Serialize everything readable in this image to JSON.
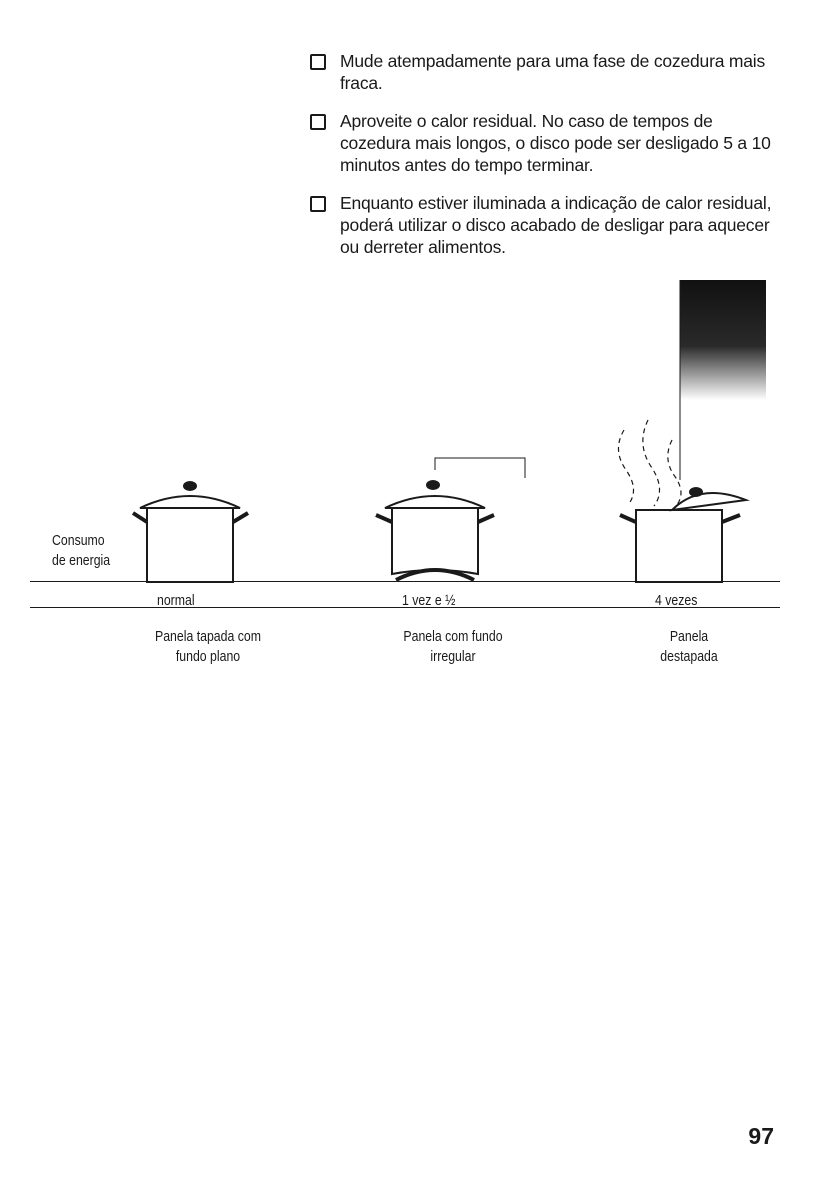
{
  "bullets": [
    "Mude atempadamente para uma fase de cozedura mais fraca.",
    "Aproveite o calor residual. No caso de tempos de cozedura mais longos, o disco pode ser desligado 5 a 10 minutos antes do tempo terminar.",
    "Enquanto estiver iluminada a indicação de calor residual, poderá utilizar o disco acabado de desligar para aquecer ou derreter alimentos."
  ],
  "figure": {
    "consumo_label_1": "Consumo",
    "consumo_label_2": "de energia",
    "values": [
      "normal",
      "1 vez e ½",
      "4 vezes"
    ],
    "captions": [
      [
        "Panela tapada com",
        "fundo plano"
      ],
      [
        "Panela com fundo",
        "irregular"
      ],
      [
        "Panela",
        "destapada"
      ]
    ]
  },
  "page_number": "97"
}
